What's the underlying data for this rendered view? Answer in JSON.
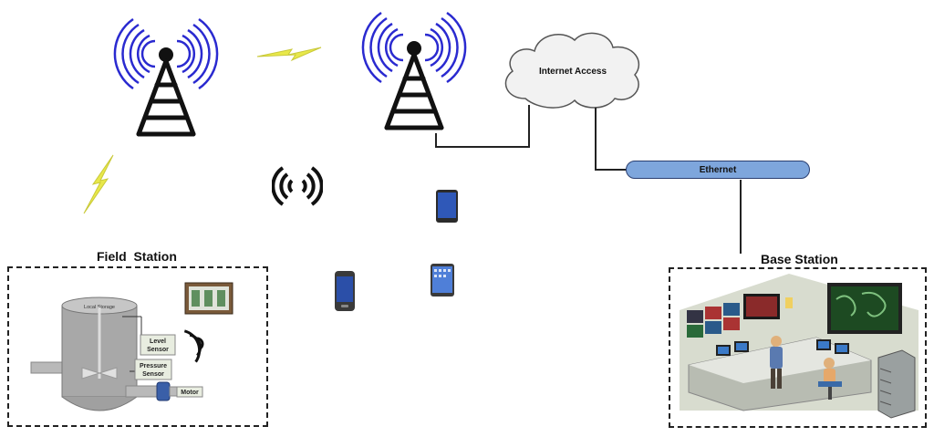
{
  "cloud": {
    "label": "Internet Access"
  },
  "ethernet": {
    "label": "Ethernet"
  },
  "field_station": {
    "title": "Field  Station",
    "tank_label": "Local Storage",
    "level_sensor": [
      "Level",
      "Sensor"
    ],
    "pressure_sensor": [
      "Pressure",
      "Sensor"
    ],
    "motor": "Motor"
  },
  "base_station": {
    "title": "Base Station"
  },
  "colors": {
    "signal_blue": "#2a2ad0",
    "tower_black": "#111111",
    "lightning": "#e8e84a",
    "ethernet_fill": "#7ea6dc",
    "cloud_fill": "#f2f2f2"
  }
}
